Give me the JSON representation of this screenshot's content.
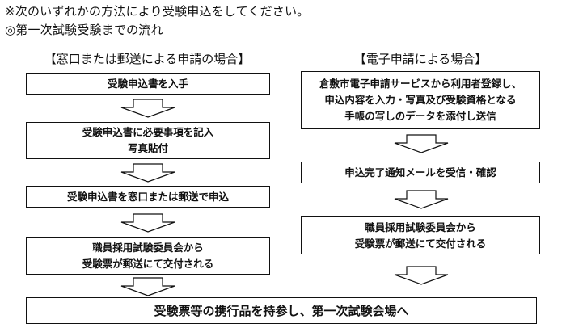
{
  "header": {
    "note": "※次のいずれかの方法により受験申込をしてください。",
    "flow_title": "◎第一次試験受験までの流れ"
  },
  "left_column": {
    "heading": "【窓口または郵送による申請の場合】",
    "steps": [
      {
        "lines": [
          "受験申込書を入手"
        ]
      },
      {
        "lines": [
          "受験申込書に必要事項を記入",
          "写真貼付"
        ]
      },
      {
        "lines": [
          "受験申込書を窓口または郵送で申込"
        ]
      },
      {
        "lines": [
          "職員採用試験委員会から",
          "受験票が郵送にて交付される"
        ]
      }
    ]
  },
  "right_column": {
    "heading": "【電子申請による場合】",
    "steps": [
      {
        "lines": [
          "倉敷市電子申請サービスから利用者登録し、",
          "申込内容を入力・写真及び受験資格となる",
          "手帳の写しのデータを添付し送信"
        ]
      },
      {
        "lines": [
          "申込完了通知メールを受信・確認"
        ]
      },
      {
        "lines": [
          "職員採用試験委員会から",
          "受験票が郵送にて交付される"
        ]
      }
    ]
  },
  "final_step": "受験票等の携行品を持参し、第一次試験会場へ"
}
